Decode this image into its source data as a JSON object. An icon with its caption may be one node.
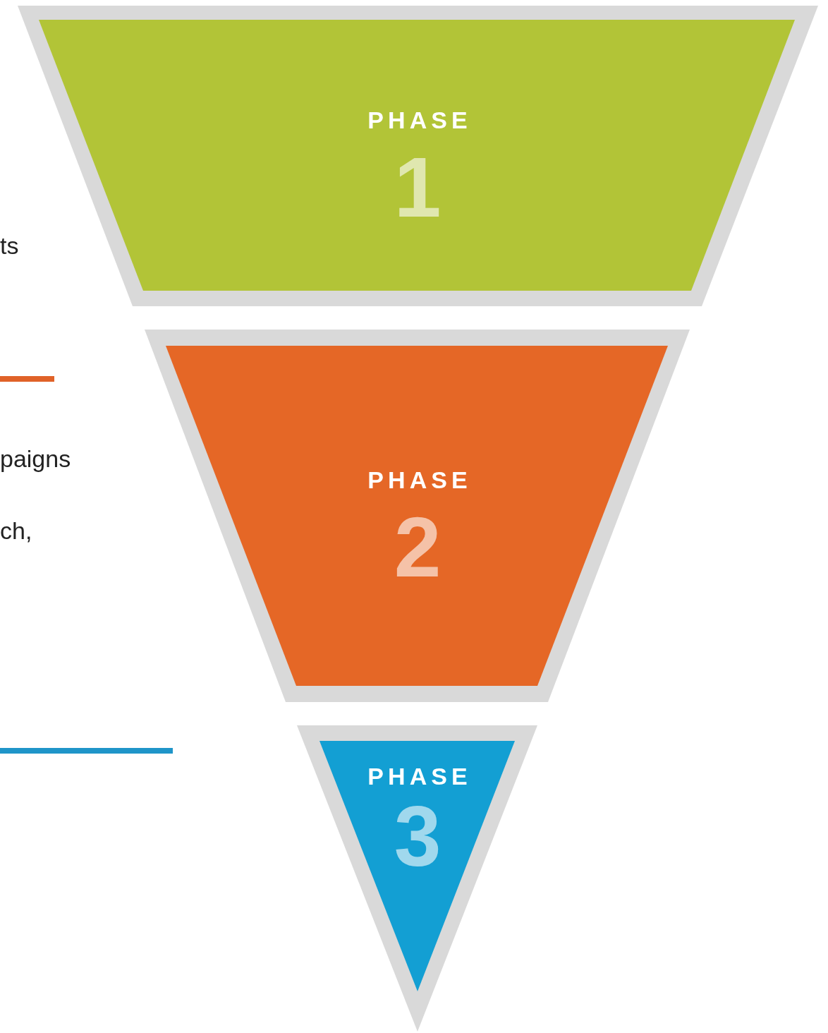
{
  "diagram": {
    "nodes": [
      {
        "text": [
          "PHASE",
          "1"
        ]
      },
      {
        "text": [
          "PHASE",
          "2"
        ]
      },
      {
        "text": [
          "PHASE",
          "3"
        ]
      }
    ],
    "labels": [
      "ts",
      "paigns",
      "ch,"
    ]
  }
}
